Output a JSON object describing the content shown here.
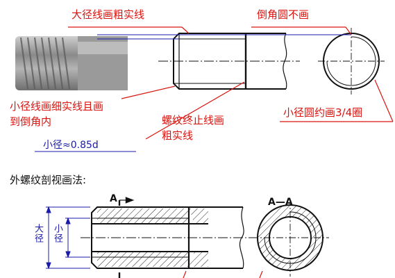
{
  "top_labels": {
    "major_dia_line": "大径线画粗实线",
    "chamfer_circle": "倒角圆不画",
    "minor_dia_line": "小径线画细实线且画",
    "minor_dia_line_cont": "到倒角内",
    "thread_end_line": "螺纹终止线画",
    "thread_end_line_cont": "粗实线",
    "minor_circle": "小径圆约画3/4圈",
    "minor_formula": "小径≈0.85d"
  },
  "section_heading": "外螺纹剖视画法:",
  "bottom_labels": {
    "section_mark_top": "A",
    "section_view_title": "A—A",
    "major_dia_vertical": "大径",
    "minor_dia_vertical": "小径"
  },
  "colors": {
    "annotation_red": "#d9140f",
    "annotation_blue": "#1a1aa8",
    "outline": "#111111",
    "hatch": "#222222"
  }
}
